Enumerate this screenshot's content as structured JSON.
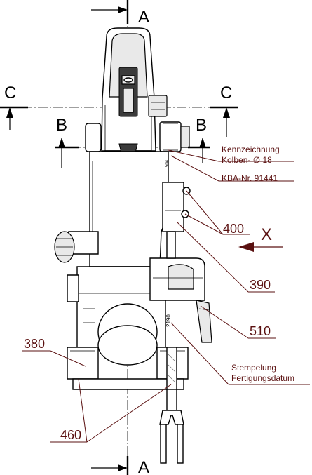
{
  "section_markers": {
    "a_top": "A",
    "a_bottom": "A",
    "b_left": "B",
    "b_right": "B",
    "c_left": "C",
    "c_right": "C"
  },
  "view_marker": "X",
  "part_numbers": {
    "p400": "400",
    "p390": "390",
    "p510": "510",
    "p380": "380",
    "p460": "460"
  },
  "annotations": {
    "kennzeichnung_line1": "Kennzeichnung",
    "kennzeichnung_line2": "Kolben- ∅ 18",
    "kba_nr": "KBA-Nr. 91441",
    "stempelung_line1": "Stempelung",
    "stempelung_line2": "Fertigungsdatum"
  },
  "stamp_text": "2190",
  "stamp_text_small": "504",
  "colors": {
    "leader": "#5a1010",
    "line": "#000000"
  }
}
